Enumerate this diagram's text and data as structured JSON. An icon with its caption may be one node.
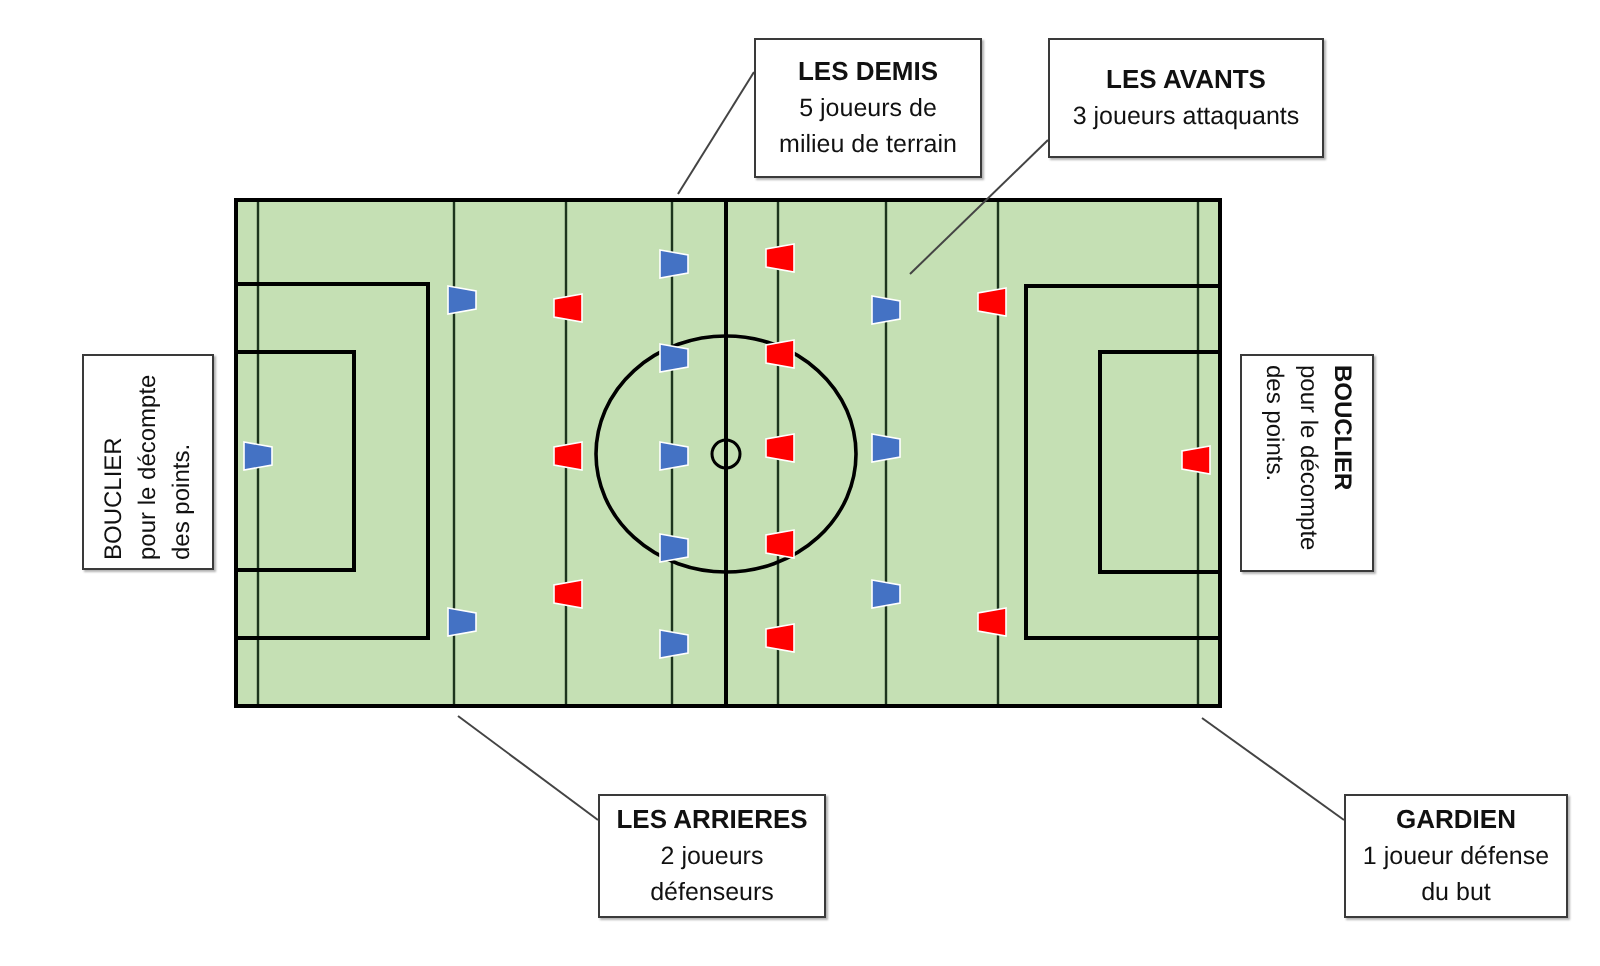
{
  "diagram": {
    "nodes": [
      {
        "text": [
          "LES DEMIS",
          "5 joueurs de milieu de terrain"
        ]
      },
      {
        "text": [
          "LES AVANTS",
          "3 joueurs attaquants"
        ]
      },
      {
        "text": [
          "BOUCLIER",
          "pour le décompte des points."
        ]
      },
      {
        "text": [
          "BOUCLIER",
          "pour le décompte des points."
        ]
      },
      {
        "text": [
          "LES ARRIERES",
          "2 joueurs défenseurs"
        ]
      },
      {
        "text": [
          "GARDIEN",
          "1 joueur défense du but"
        ]
      }
    ],
    "edges": [
      {
        "from": 0,
        "to": null,
        "arrow": "none"
      },
      {
        "from": 1,
        "to": null,
        "arrow": "none"
      },
      {
        "from": 4,
        "to": null,
        "arrow": "none"
      },
      {
        "from": 5,
        "to": null,
        "arrow": "none"
      }
    ]
  }
}
